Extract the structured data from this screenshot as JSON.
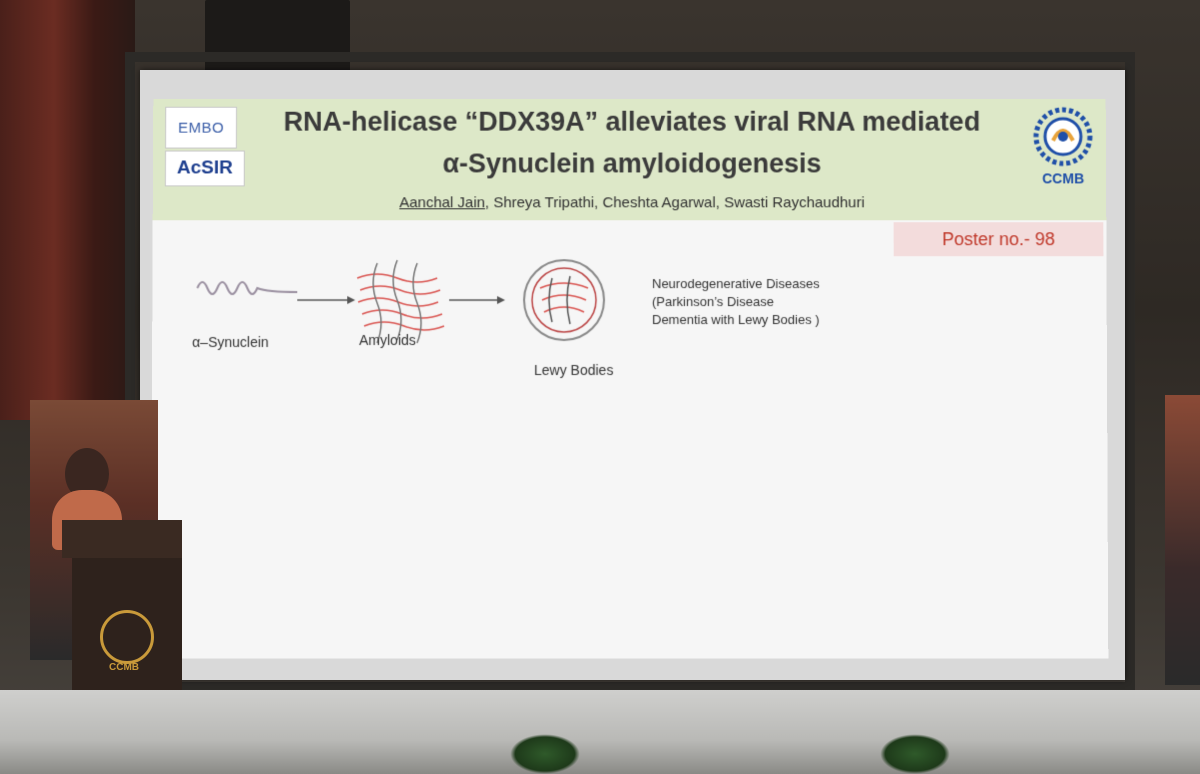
{
  "slide": {
    "logos": {
      "embo": "EMBO",
      "acsir": "AcSIR",
      "ccmb": "CCMB"
    },
    "title_line1": "RNA-helicase “DDX39A” alleviates viral RNA mediated",
    "title_line2": "α-Synuclein amyloidogenesis",
    "authors": {
      "first": "Aanchal Jain",
      "rest": ", Shreya Tripathi, Cheshta Agarwal, Swasti Raychaudhuri"
    },
    "poster_no": "Poster no.- 98",
    "diagram": {
      "synuclein_label": "α–Synuclein",
      "amyloids_label": "Amyloids",
      "lewy_label": "Lewy Bodies",
      "diseases_line1": "Neurodegenerative Diseases",
      "diseases_line2": "(Parkinson’s Disease",
      "diseases_line3": "Dementia with Lewy Bodies )"
    }
  },
  "podium": {
    "label": "CCMB"
  },
  "colors": {
    "header_bg": "#dde8c8",
    "title_text": "#3b3b3b",
    "poster_bg": "#f3dcdc",
    "poster_text": "#c0392b",
    "fibril_red": "#d9534f"
  }
}
